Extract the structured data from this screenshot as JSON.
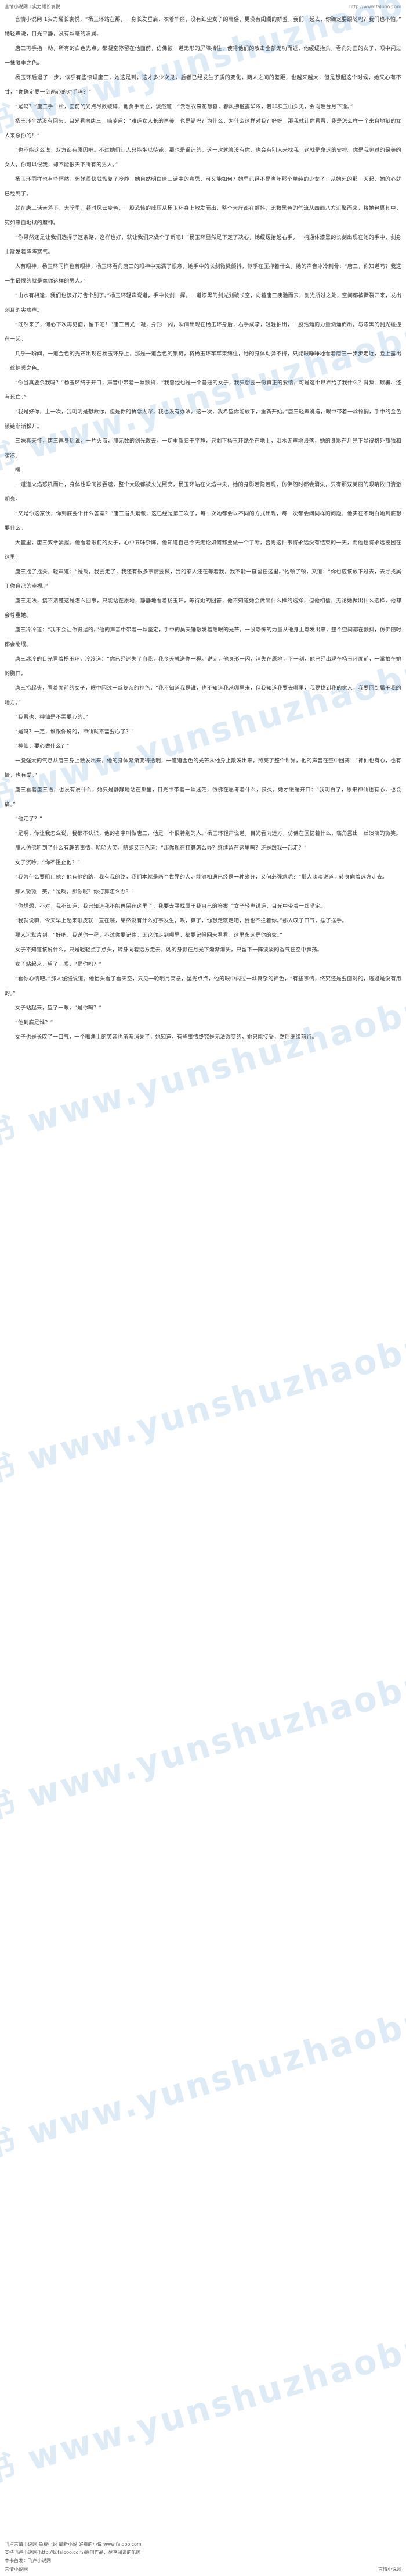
{
  "header": {
    "left_text": "言情小说网 1实力耀长袁悦",
    "url": "http://www.falooo.com"
  },
  "watermark": {
    "chars": "云书",
    "latin": "www.yunshuzhaoba.com"
  },
  "paragraphs": [
    "言情小说网 1实力耀长袁悦，“杨玉环站在那，一身长发垂肩，衣着华丽，没有红尘女子的庸俗，更没有闺阁的娇羞，我们一起去，你确定要跟随吗？我们也不怕。” 她轻声说，目光平静，没有丝毫的波澜。",
    "唐三再手指一动，所有的白色光点，都凝空停留在他面前，仿佛被一道无形的屏障挡住，使得他们的攻击全部无功而返，他缓缓抬头，看向对面的女子，眼中闪过一抹凝重之色。",
    "杨玉环后退了一步，似乎有些惊讶唐三，她这是到，这才多少次见，后者已经发生了质的变化，两人之间的差距，也越来越大，但是想起这个时候，她又心有不甘，“你确定要一剑两心的对手吗？”",
    "“是吗？”唐三手一松，面前的光点尽数破碎，他负手而立，淡然道：“云想衣裳花想容，春风拂槛露华浓，若非群玉山头见，会向瑶台月下逢。”",
    "杨玉环全然没有回头，目光看向唐三，喃喃道：“难道女人长的再美，也是错吗？为什么，为什么这样对我？好好，那我就让你看看，我是怎么样一个来自地狱的女人来杀你的！”",
    "“也不能这么说，双方都有原因吧。不过她们让人只能坐以待毙，那也是逼迫的，这一次就算没有你，也会有别人来找我，这就是命运的安排。你是我见过的最美的女人，你可以恨我，却不能恨天下所有的男人。”",
    "杨玉环同样也有些愕然，但她很快就恢复了冷静，她自然明白唐三话中的意思，可又能如何？她早已经不是当年那个单纯的少女了，从她死的那一天起，她的心就已经死了。",
    "就在唐三话音落下，大堂里，顿时风云变色，一股恐怖的威压从杨玉环身上散发而出，整个大厅都在颤抖，无数黑色的气流从四面八方汇聚而来，将她包裹其中，宛如来自地狱的魔神。",
    "“你果然还是让我们选择了这条路，这样也好，就让我们来做个了断吧！”杨玉环显然是下定了决心，她缓缓抬起右手，一柄通体漆黑的长剑出现在她的手中，剑身上散发着阵阵寒气。",
    "人有眼神，杨玉环同样也有眼神，杨玉环看向唐三的眼神中充满了恨意，她手中的长剑微微颤抖，似乎在压抑着什么，她的声音冰冷刺骨：“唐三，你知道吗？我这一生最恨的就是像你这样的男人。”",
    "“山水有相逢，我们也该好好告个别了。”杨玉环轻声说道，手中长剑一挥，一道漆黑的剑光划破长空，向着唐三疾驰而去，剑光所过之处，空间都被撕裂开来，发出刺耳的尖啸声。",
    "“既然来了，何必下次再见面，留下吧！”唐三目光一凝，身形一闪，瞬间出现在杨玉环身后，右手成掌，轻轻拍出，一股浩瀚的力量汹涌而出，与漆黑的剑光碰撞在一起。",
    "几乎一瞬间，一道金色的光芒出现在杨玉环身上，那是一道金色的锁链，将杨玉环牢牢束缚住，她的身体动弹不得，只能眼睁睁地看着唐三一步步走近，脸上露出一丝惊恐之色。",
    "“你当真要杀我吗？”杨玉环终于开口，声音中带着一丝颤抖，“我曾经也是一个普通的女子，我只想要一份真正的爱情，可是这个世界给了我什么？背叛、欺骗、还有死亡。”",
    "“我是好你，上一次，我明明是想救你，但是你的执念太深，我也没有办法。这一次，我希望你能放下，重新开始。”唐三轻声说道，眼中带着一丝怜悯，手中的金色锁链渐渐松开。",
    "三妹真天怀，唐三再身后说，一片火海，那无数的剑光散去，一切重新归于平静，只剩下杨玉环跪坐在地上，泪水无声地滑落，她的身影在月光下显得格外孤独和凄凉。",
    "嘿",
    "一道道火焰怒吼而出，身体也瞬间被吞噬，整个大殿都被火光照亮，杨玉环站在火焰中央，她的身影若隐若现，仿佛随时都会消失，只有那双美丽的眼睛依旧清澈明亮。",
    "“又是你这家伙，你到底要个什么答案？”唐三眉头紧皱，这已经是第三次了，每一次她都会以不同的方式出现，每一次都会问同样的问题，他实在不明白她到底想要什么。",
    "大堂里，唐三双拳紧握，他看着眼前的女子，心中五味杂陈，他知道自己今天无论如何都要做一个了断，否则这件事将永远没有结束的一天，而他也将永远被困在这里。",
    "唐三摇了摇头，轻声道：“是啊，我要走了，我还有很多事情要做，我的家人还在等着我，我不能一直留在这里。”他顿了顿，又道：“你也应该放下过去，去寻找属于你自己的幸福。”",
    "唐三无法，搞不清楚这是怎么回事，只能站在原地，静静地看着杨玉环，等待她的回答，他不知道她会做出什么样的选择，但他相信，无论她做出什么选择，他都会尊重她。",
    "唐三冷冷道：“我不会让你得逞的。”他的声音中带着一丝坚定，手中的昊天锤散发着耀眼的光芒，一股恐怖的力量从他身上爆发出来，整个空间都在颤抖，仿佛随时都会崩塌。",
    "唐三冰冷的目光看着杨玉环，冷冷道：“你已经迷失了自我，我今天就送你一程。”说完，他身形一闪，消失在原地，下一刻，他已经出现在杨玉环面前，一掌拍在她的胸口。",
    "唐三抬起头，看着面前的女子，眼中闪过一丝复杂的神色，“我不知道我是谁，也不知道我从哪里来，但我知道我要去哪里，我要找到我的家人，我要回到属于我的地方。”",
    "“我看也，神仙是不需要心的。”",
    "“是吗？一定，谁跟你说的，神仙就不需要心了？”",
    "“神仙，要心做什么？”",
    "一股强大的气息从唐三身上散发出来，他的身体渐渐变得透明，一道道金色的光芒从他身上散发出来，照亮了整个世界，他的声音在空中回荡：“神仙也有心，也有情，也有爱。”",
    "唐三看着唐三语，也没有说什么，她只是静静地站在那里，目光中带着一丝迷茫，仿佛在思考着什么，良久，她才缓缓开口：“我明白了，原来神仙也有心，也会痛。”",
    "“他走了？”",
    "“是啊，你让我怎么说，我都不认识，他的名字叫做唐三，他是一个很特别的人。”杨玉环轻声说道，目光看向远方，仿佛在回忆着什么，嘴角露出一丝淡淡的微笑。",
    "那人仿佛听到了什么有趣的事情，哈哈大笑，随即又正色道：“那你现在打算怎么办？继续留在这里吗？还是跟我一起走？”",
    "女子沉吟，“你不阻止他？”",
    "“我为什么要阻止他？他有他的路，我有我的路，我们本就是两个世界的人，能够相遇已经是一种缘分，又何必强求呢？”那人淡淡说道，转身向着远方走去。",
    "那人微微一笑，“是啊，那你呢？你打算怎么办？”",
    "“你想想，不对，我不知道，我只知道我不能再留在这里了，我要去寻找属于我自己的答案。”女子轻声说道，目光中带着一丝坚定。",
    "“我就说嘛，今天早上起来眼皮就一直在跳，果然没有什么好事发生，唉，算了，你想走就走吧，我也不拦着你。”那人叹了口气，摆了摆手。",
    "那人沉默片刻，“好吧，我送你一程，不过你要记住，无论你走到哪里，都要记得回来看看，这里永远是你的家。”",
    "女子不知道该说什么，只是轻轻点了点头，转身向着远方走去，她的身影在月光下渐渐消失，只留下一阵淡淡的香气在空中飘荡。",
    "女子站起来，望了一眼，“是你吗？”",
    "“看你心情吧。”那人缓缓说道，他抬头看了看天空，只见一轮明月高悬，星光点点，他的眼中闪过一丝复杂的神色，“有些事情，终究还是要面对的，逃避是没有用的。”",
    "女子站起来，望了一眼，“是你吗？”",
    "“他到底是谁？”",
    "女子也是长叹了一口气，一个嘴角上的笑容也渐渐消失了，她知道，有些事情终究是无法改变的，她只能接受，然后继续前行。"
  ],
  "footer": {
    "line1": "飞卢言情小说网 免费小说 最新小说 好看的小说 www.falooo.com",
    "line2": "支持飞卢小说网(http://b.falooo.com)原创作品，尽享阅读的乐趣！",
    "line3": "本书首发：飞卢小说网",
    "left": "言情小说网",
    "right": "言情小说网"
  }
}
